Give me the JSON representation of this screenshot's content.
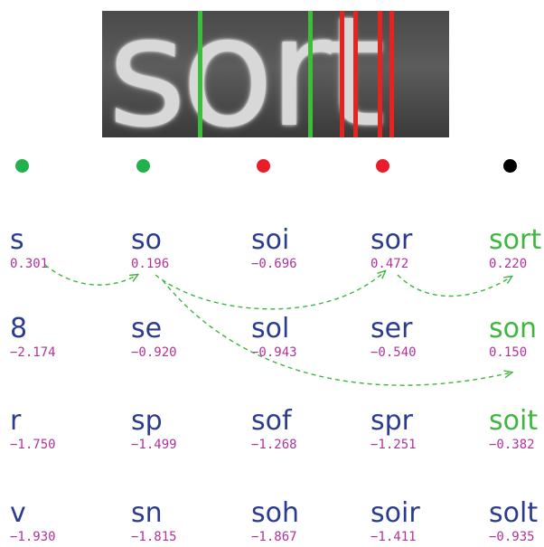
{
  "word_image": {
    "text": "sort"
  },
  "segment_dots": [
    "#22b14c",
    "#22b14c",
    "#e81c2b",
    "#e81c2b",
    "#000000"
  ],
  "hypotheses": [
    [
      {
        "word": "s",
        "score": "0.301"
      },
      {
        "word": "8",
        "score": "−2.174"
      },
      {
        "word": "r",
        "score": "−1.750"
      },
      {
        "word": "v",
        "score": "−1.930"
      }
    ],
    [
      {
        "word": "so",
        "score": "0.196"
      },
      {
        "word": "se",
        "score": "−0.920"
      },
      {
        "word": "sp",
        "score": "−1.499"
      },
      {
        "word": "sn",
        "score": "−1.815"
      }
    ],
    [
      {
        "word": "soi",
        "score": "−0.696"
      },
      {
        "word": "sol",
        "score": "−0.943"
      },
      {
        "word": "sof",
        "score": "−1.268"
      },
      {
        "word": "soh",
        "score": "−1.867"
      }
    ],
    [
      {
        "word": "sor",
        "score": "0.472"
      },
      {
        "word": "ser",
        "score": "−0.540"
      },
      {
        "word": "spr",
        "score": "−1.251"
      },
      {
        "word": "soir",
        "score": "−1.411"
      }
    ],
    [
      {
        "word": "sort",
        "score": "0.220",
        "final": true
      },
      {
        "word": "son",
        "score": "0.150",
        "final": true
      },
      {
        "word": "soit",
        "score": "−0.382",
        "final": true
      },
      {
        "word": "solt",
        "score": "−0.935"
      }
    ]
  ],
  "colors": {
    "text": "#2b3b8f",
    "score": "#b0339a",
    "final": "#3fb63f",
    "arrow": "#3fb63f"
  }
}
